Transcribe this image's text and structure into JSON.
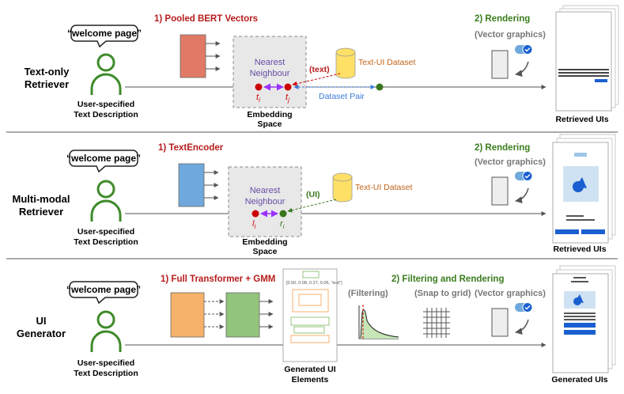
{
  "colors": {
    "red_title": "#b71c1c",
    "green_title": "#3a7d1e",
    "person_green": "#3f8a2a",
    "bert_box": "#e07a66",
    "text_encoder_box": "#6fa8dc",
    "transformer_orange": "#f6b26b",
    "transformer_green": "#93c47d",
    "dataset_yellow": "#ffe066",
    "dataset_label": "#c0641a",
    "pair_blue": "#3c78d8",
    "purple": "#9b30ff",
    "neighbour_purple": "#674ea7"
  },
  "row1": {
    "bubble": "“welcome page”",
    "retriever_line1": "Text-only",
    "retriever_line2": "Retriever",
    "user_line1": "User-specified",
    "user_line2": "Text Description",
    "step1": "1) Pooled BERT Vectors",
    "nearest_line1": "Nearest",
    "nearest_line2": "Neighbour",
    "embed_line1": "Embedding",
    "embed_line2": "Space",
    "ti": "t",
    "ti_sub": "i",
    "tj": "t",
    "tj_sub": "j",
    "text_tag": "(text)",
    "dataset": "Text-UI Dataset",
    "pair": "Dataset Pair",
    "step2": "2) Rendering",
    "vector": "(Vector graphics)",
    "result": "Retrieved UIs"
  },
  "row2": {
    "bubble": "“welcome page”",
    "retriever_line1": "Multi-modal",
    "retriever_line2": "Retriever",
    "user_line1": "User-specified",
    "user_line2": "Text Description",
    "step1": "1) TextEncoder",
    "nearest_line1": "Nearest",
    "nearest_line2": "Neighbour",
    "ui_tag": "(UI)",
    "dataset": "Text-UI Dataset",
    "li": "l",
    "li_sub": "i",
    "ri": "r",
    "ri_sub": "i",
    "embed_line1": "Embedding",
    "embed_line2": "Space",
    "step2": "2) Rendering",
    "vector": "(Vector graphics)",
    "result": "Retrieved UIs"
  },
  "row3": {
    "bubble": "“welcome page”",
    "gen_line1": "UI",
    "gen_line2": "Generator",
    "user_line1": "User-specified",
    "user_line2": "Text Description",
    "step1": "1) Full Transformer + GMM",
    "tuple": "[0.50, 0.08, 0.27, 0.06, “text”]",
    "gen_el_line1": "Generated UI",
    "gen_el_line2": "Elements",
    "step2": "2) Filtering and Rendering",
    "filtering": "(Filtering)",
    "snap": "(Snap to grid)",
    "vector": "(Vector graphics)",
    "result": "Generated UIs"
  }
}
